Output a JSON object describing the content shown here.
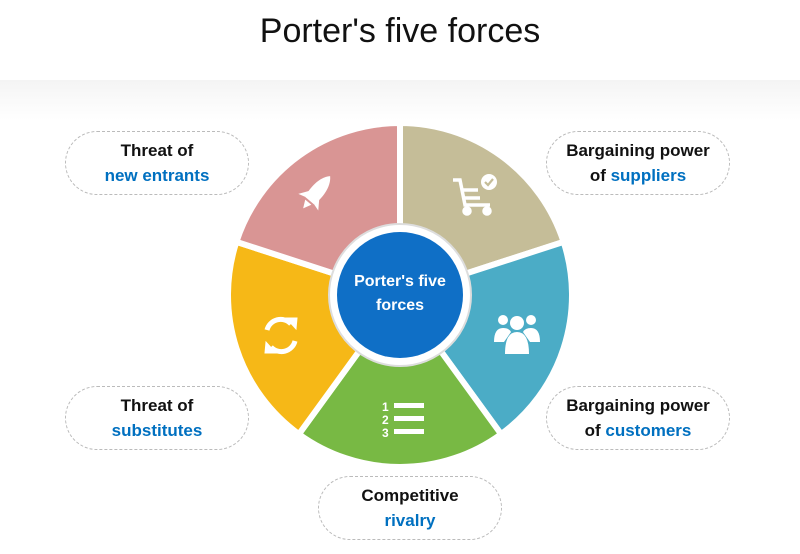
{
  "title": "Porter's five forces",
  "center": {
    "line1": "Porter's five",
    "line2": "forces",
    "color": "#0f6fc6"
  },
  "segments": [
    {
      "name": "suppliers",
      "color": "#c5bd98",
      "icon": "cart-check-icon"
    },
    {
      "name": "customers",
      "color": "#4bacc6",
      "icon": "people-group-icon"
    },
    {
      "name": "rivalry",
      "color": "#78b944",
      "icon": "numbered-list-icon"
    },
    {
      "name": "substitutes",
      "color": "#f6b817",
      "icon": "refresh-icon"
    },
    {
      "name": "new-entrants",
      "color": "#d99594",
      "icon": "rocket-icon"
    }
  ],
  "boxes": {
    "new_entrants": {
      "line1": "Threat of",
      "line2": "new entrants"
    },
    "suppliers": {
      "line1": "Bargaining power",
      "pre": "of ",
      "line2": "suppliers"
    },
    "substitutes": {
      "line1": "Threat of",
      "line2": "substitutes"
    },
    "customers": {
      "line1": "Bargaining power",
      "pre": "of ",
      "line2": "customers"
    },
    "rivalry": {
      "line1": "Competitive",
      "line2": "rivalry"
    }
  },
  "list_numbers": [
    "1",
    "2",
    "3"
  ]
}
